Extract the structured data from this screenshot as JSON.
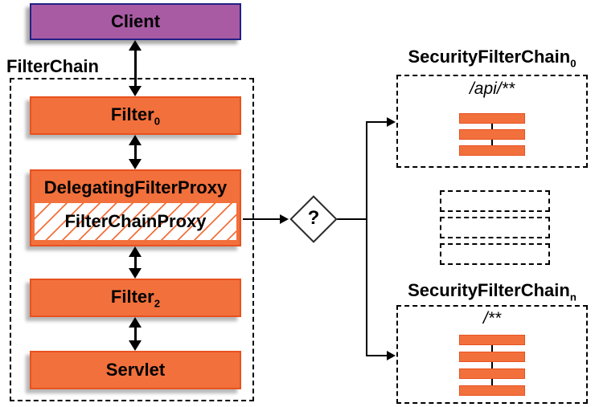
{
  "client": {
    "label": "Client"
  },
  "filterchain": {
    "label": "FilterChain",
    "filter0": {
      "base": "Filter",
      "sub": "0"
    },
    "dfp": {
      "label": "DelegatingFilterProxy"
    },
    "fcp": {
      "label": "FilterChainProxy"
    },
    "filter2": {
      "base": "Filter",
      "sub": "2"
    },
    "servlet": {
      "label": "Servlet"
    }
  },
  "decision": {
    "label": "?"
  },
  "chain0": {
    "base": "SecurityFilterChain",
    "sub": "0",
    "pattern": "/api/**",
    "filter_count": 3
  },
  "chainN": {
    "base": "SecurityFilterChain",
    "sub": "n",
    "pattern": "/**",
    "filter_count": 4
  },
  "ellipsis": {
    "count": 3
  },
  "colors": {
    "box_orange": "#f2703c",
    "box_orange_border": "#e8521f",
    "client_purple": "#a85ba3",
    "client_border": "#232085",
    "shadow_gray": "#b8b8b8",
    "line_black": "#000000"
  }
}
